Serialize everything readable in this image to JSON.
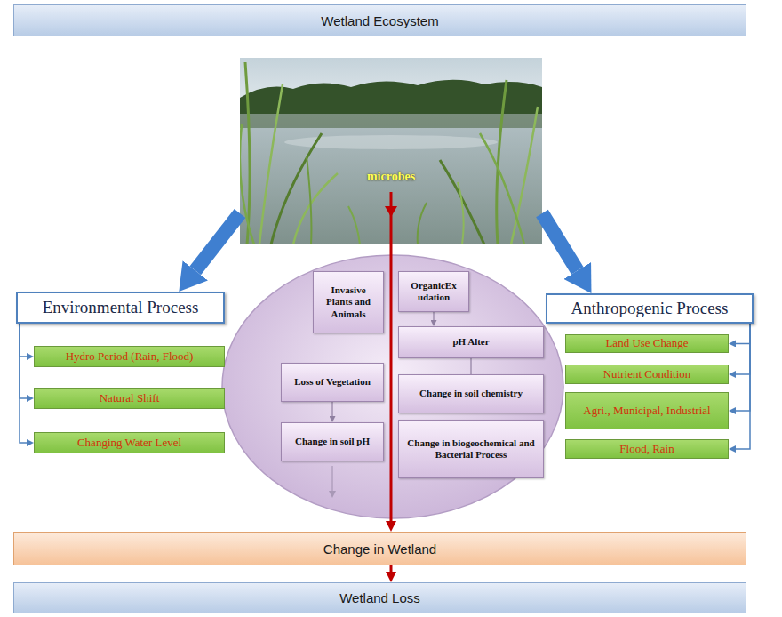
{
  "diagram": {
    "nodes": [
      {
        "text": [
          "Wetland Ecosystem"
        ]
      },
      {
        "text": [
          "microbes"
        ]
      },
      {
        "text": [
          "Environmental Process"
        ]
      },
      {
        "text": [
          "Hydro Period (Rain, Flood)"
        ]
      },
      {
        "text": [
          "Natural Shift"
        ]
      },
      {
        "text": [
          "Changing Water Level"
        ]
      },
      {
        "text": [
          "Anthropogenic Process"
        ]
      },
      {
        "text": [
          "Land Use Change"
        ]
      },
      {
        "text": [
          "Nutrient Condition"
        ]
      },
      {
        "text": [
          "Agri., Municipal, Industrial"
        ]
      },
      {
        "text": [
          "Flood, Rain"
        ]
      },
      {
        "text": [
          "Invasive Plants and Animals"
        ]
      },
      {
        "text": [
          "OrganicEx udation"
        ]
      },
      {
        "text": [
          "pH Alter"
        ]
      },
      {
        "text": [
          "Loss of Vegetation"
        ]
      },
      {
        "text": [
          "Change in soil chemistry"
        ]
      },
      {
        "text": [
          "Change in soil pH"
        ]
      },
      {
        "text": [
          "Change in biogeochemical and Bacterial Process"
        ]
      },
      {
        "text": [
          "Change in Wetland"
        ]
      },
      {
        "text": [
          "Wetland Loss"
        ]
      }
    ],
    "edges": [
      {
        "from": 1,
        "to": 2,
        "arrow": "to"
      },
      {
        "from": 1,
        "to": 6,
        "arrow": "to"
      },
      {
        "from": 2,
        "to": 3,
        "arrow": "to"
      },
      {
        "from": 2,
        "to": 4,
        "arrow": "to"
      },
      {
        "from": 2,
        "to": 5,
        "arrow": "to"
      },
      {
        "from": 6,
        "to": 7,
        "arrow": "to"
      },
      {
        "from": 6,
        "to": 8,
        "arrow": "to"
      },
      {
        "from": 6,
        "to": 9,
        "arrow": "to"
      },
      {
        "from": 6,
        "to": 10,
        "arrow": "to"
      },
      {
        "from": 12,
        "to": 13,
        "arrow": "to"
      },
      {
        "from": 13,
        "to": 15,
        "arrow": "none"
      },
      {
        "from": 14,
        "to": 16,
        "arrow": "to"
      },
      {
        "from": 1,
        "to": 18,
        "arrow": "to"
      },
      {
        "from": 18,
        "to": 19,
        "arrow": "to"
      }
    ]
  }
}
